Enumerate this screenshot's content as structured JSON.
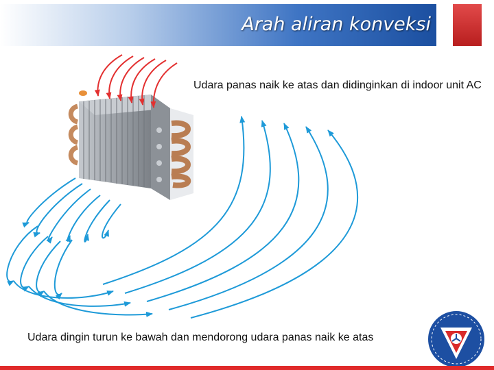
{
  "slide": {
    "title": "Arah aliran konveksi",
    "caption_top": "Udara panas naik ke atas dan didinginkan di indoor unit AC",
    "caption_bottom": "Udara  dingin turun ke bawah dan mendorong udara panas naik ke atas"
  },
  "icons": {
    "coil": "heat-exchanger-coil",
    "warm_arrows": "hot-air-arrows",
    "cool_arrows": "cold-air-arrows",
    "logo": "organization-emblem"
  },
  "colors": {
    "title_bar": "#1b4fa0",
    "accent": "#c82a2a",
    "warm_air": "#e33030",
    "cool_air": "#1e9ad8",
    "coil_pipe": "#c58a5e",
    "fins": "#a9aeb4"
  }
}
